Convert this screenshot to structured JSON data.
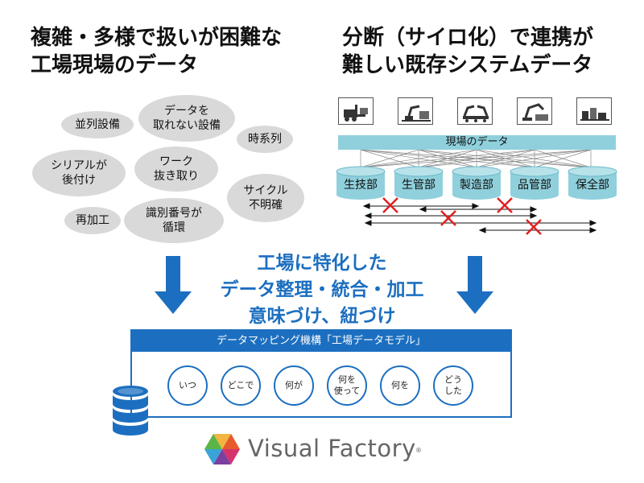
{
  "left_heading": [
    "複雑・多様で扱いが困難な",
    "工場現場のデータ"
  ],
  "right_heading": [
    "分断（サイロ化）で連携が",
    "難しい既存システムデータ"
  ],
  "data_issues": [
    "並列設備",
    "データを\n取れない設備",
    "時系列",
    "シリアルが\n後付け",
    "ワーク\n抜き取り",
    "サイクル\n不明確",
    "再加工",
    "識別番号が\n循環"
  ],
  "machine_icons": [
    "forklift-icon",
    "robot-arm-icon",
    "conveyor-robot-icon",
    "assembly-robot-icon",
    "loading-dock-icon"
  ],
  "genba_data_label": "現場のデータ",
  "departments": [
    "生技部",
    "生管部",
    "製造部",
    "品管部",
    "保全部"
  ],
  "center_message": [
    "工場に特化した",
    "データ整理・統合・加工",
    "意味づけ、紐づけ"
  ],
  "mapping_title": "データマッピング機構「工場データモデル」",
  "mapping_items": [
    "いつ",
    "どこで",
    "何が",
    "何を\n使って",
    "何を",
    "どう\nした"
  ],
  "logo_text": "Visual Factory",
  "logo_reg": "®",
  "colors": {
    "accent_blue": "#1c6fc0",
    "teal": "#8fd0dc",
    "bubble_gray": "#d9d9d9",
    "cross_red": "#e02020"
  }
}
